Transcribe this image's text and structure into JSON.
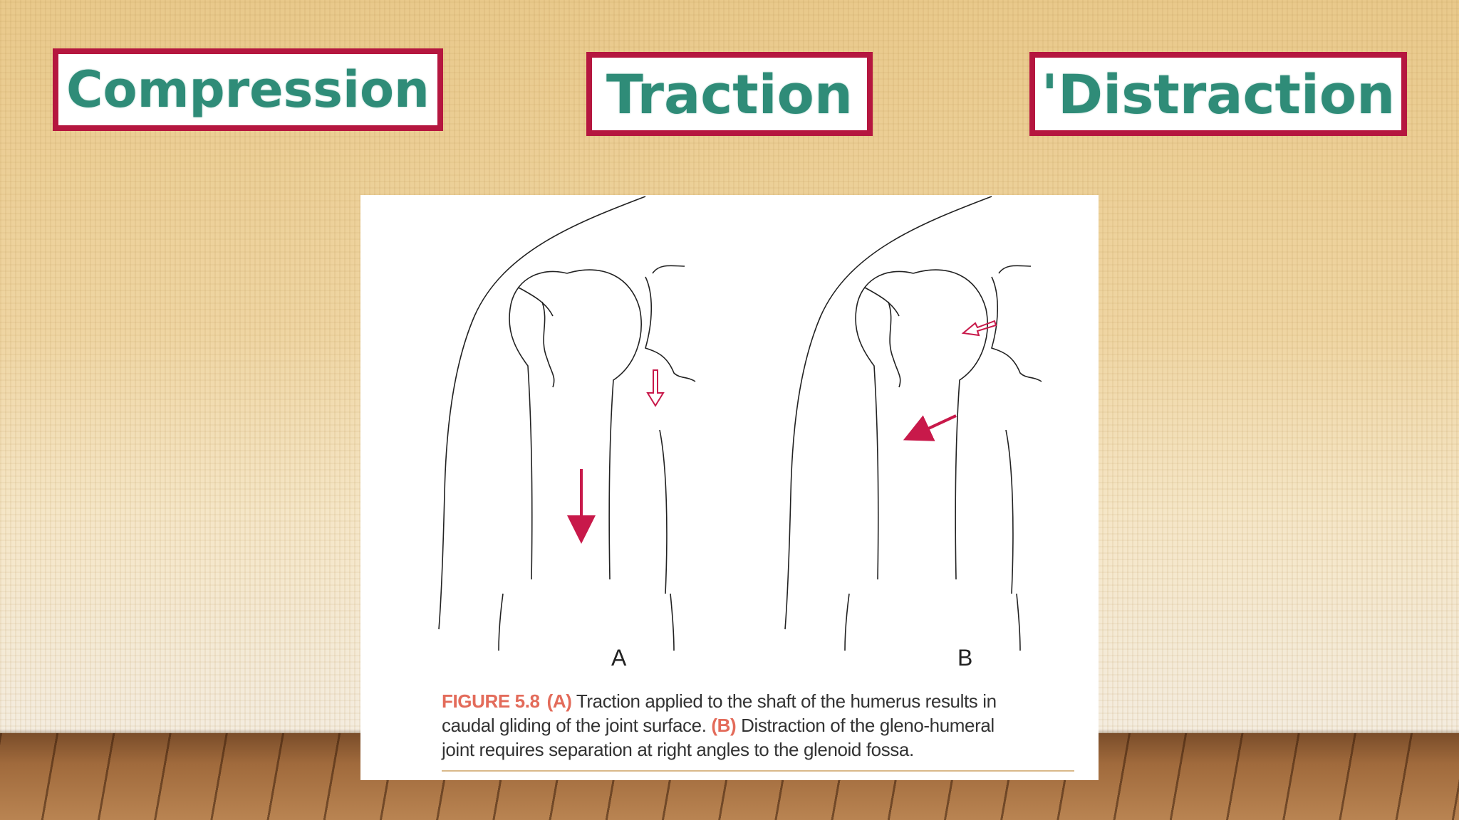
{
  "labels": {
    "compression": "Compression",
    "traction": "Traction",
    "distraction": "'Distraction"
  },
  "figure": {
    "panel_a": "A",
    "panel_b": "B",
    "caption": {
      "figure_no": "FIGURE 5.8",
      "tag_a": "(A)",
      "text_a": " Traction applied to the shaft of the humerus results in caudal gliding of the joint surface. ",
      "tag_b": "(B)",
      "text_b": " Distraction of the gleno-humeral joint requires separation at right angles to the glenoid fossa."
    }
  },
  "colors": {
    "box_border": "#b5163f",
    "label_text": "#2f8c78",
    "arrow": "#c8194a",
    "caption_accent": "#e36b5a"
  }
}
